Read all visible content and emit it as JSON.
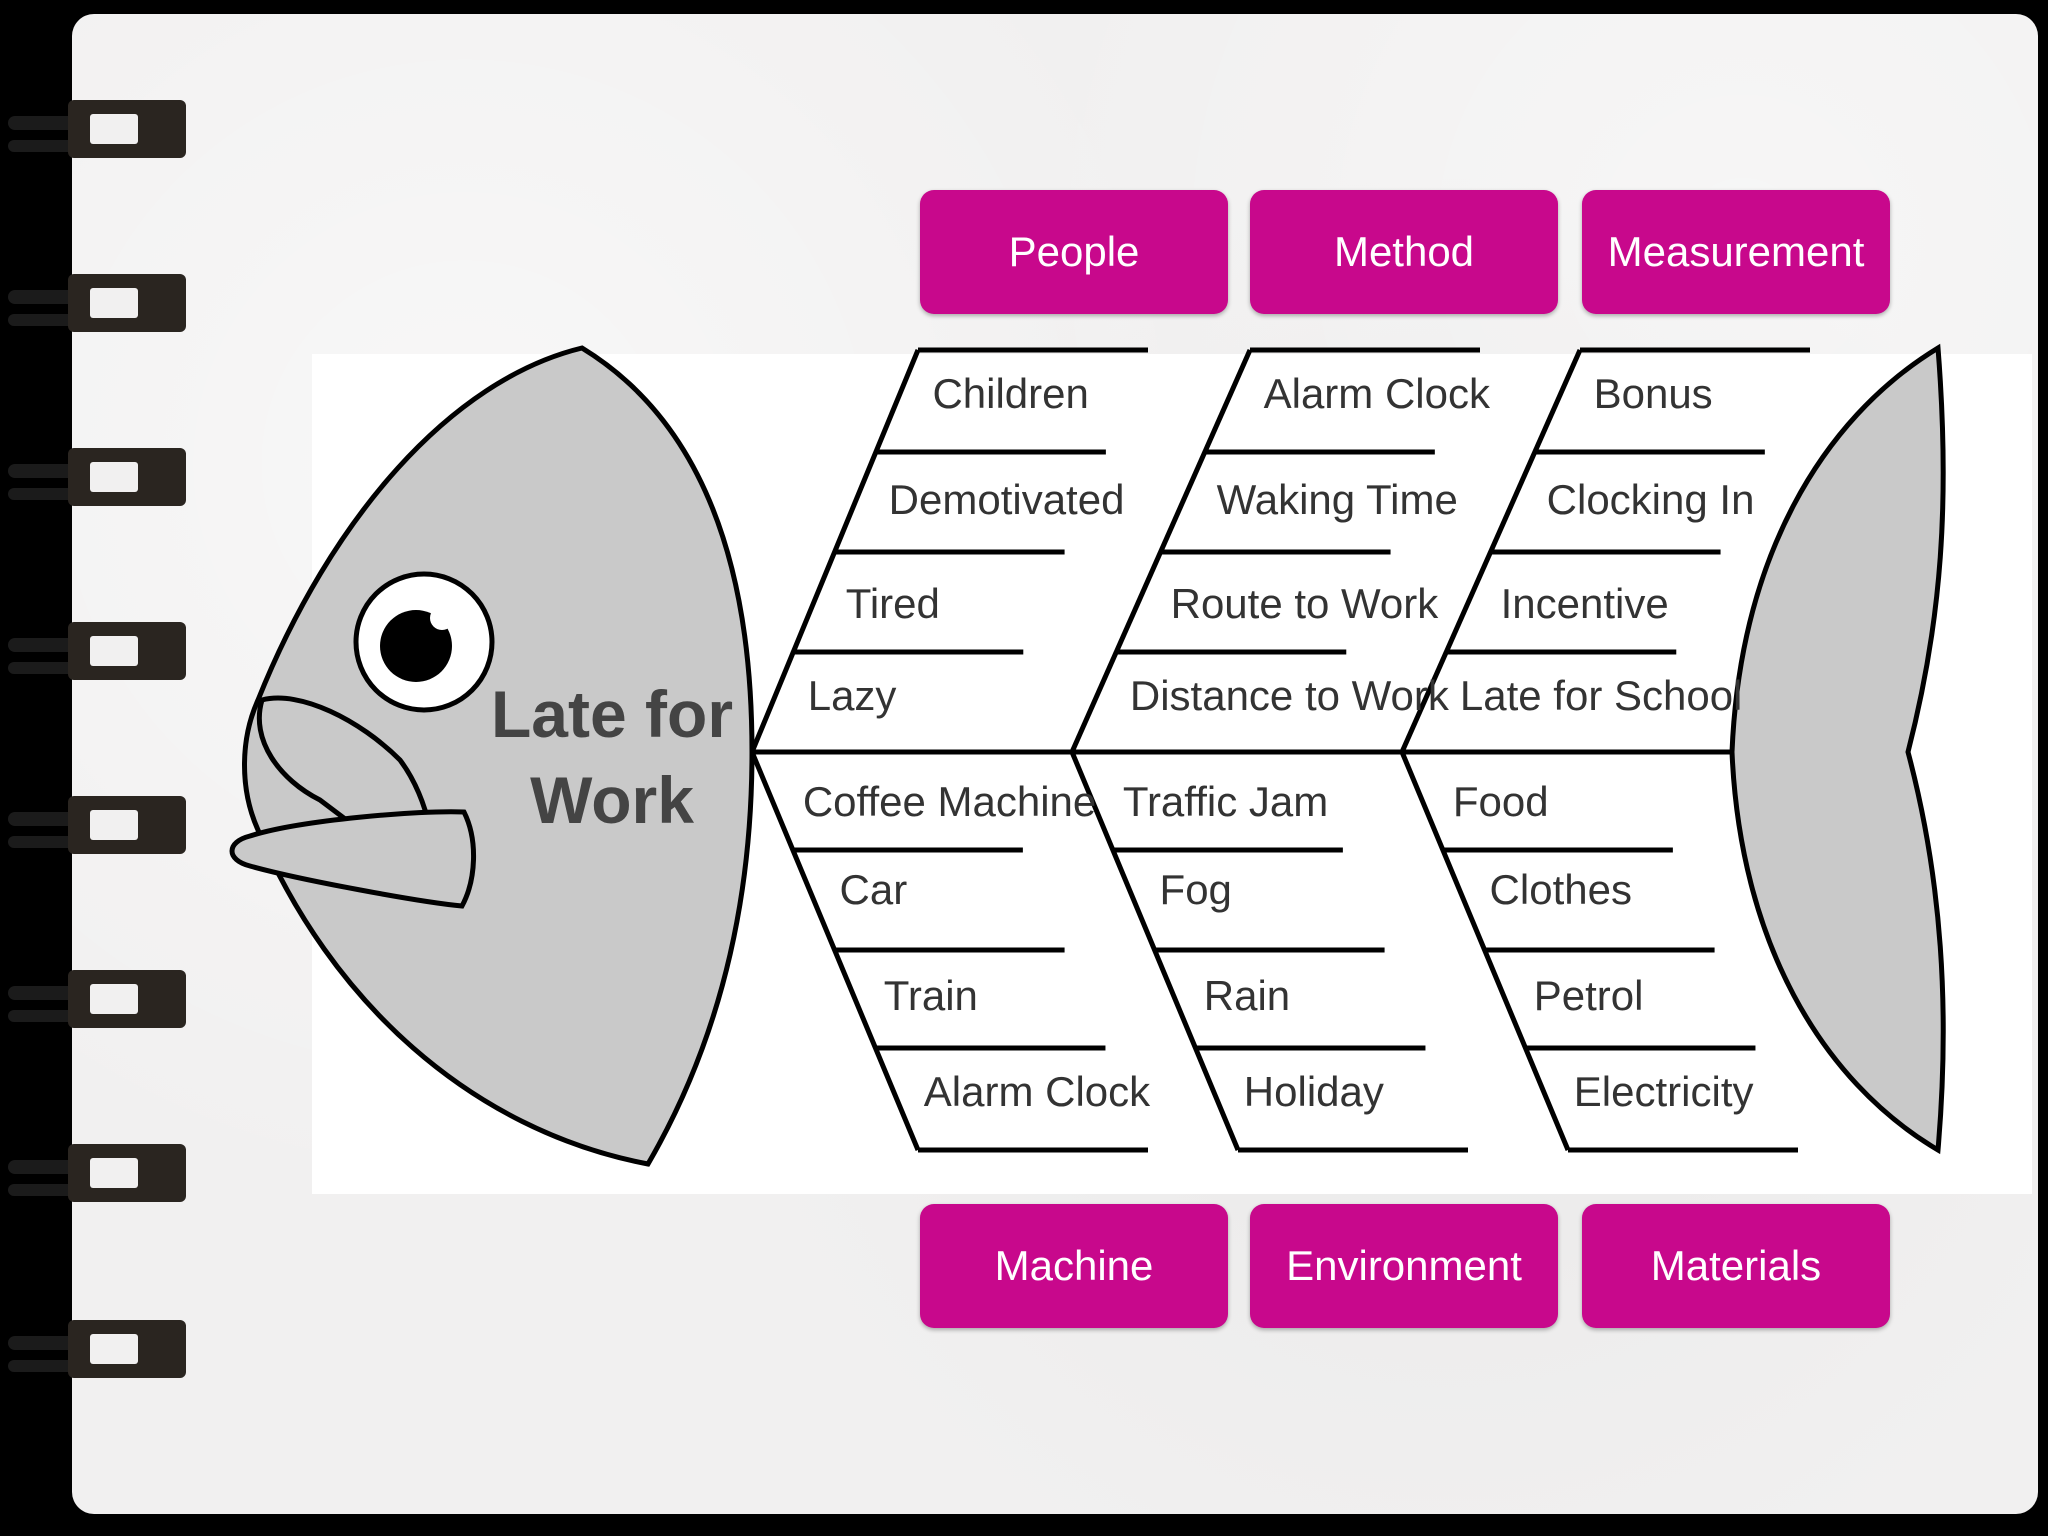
{
  "problem": {
    "line1": "Late for",
    "line2": "Work"
  },
  "colors": {
    "category_fill": "#c8088c",
    "fish_fill": "#c9c9c9",
    "outline": "#000000"
  },
  "categories_top": [
    {
      "label": "People",
      "causes": [
        "Children",
        "Demotivated",
        "Tired",
        "Lazy"
      ]
    },
    {
      "label": "Method",
      "causes": [
        "Alarm Clock",
        "Waking Time",
        "Route to Work",
        "Distance to Work"
      ]
    },
    {
      "label": "Measurement",
      "causes": [
        "Bonus",
        "Clocking In",
        "Incentive",
        "Late for School"
      ]
    }
  ],
  "categories_bottom": [
    {
      "label": "Machine",
      "causes": [
        "Coffee Machine",
        "Car",
        "Train",
        "Alarm Clock"
      ]
    },
    {
      "label": "Environment",
      "causes": [
        "Traffic Jam",
        "Fog",
        "Rain",
        "Holiday"
      ]
    },
    {
      "label": "Materials",
      "causes": [
        "Food",
        "Clothes",
        "Petrol",
        "Electricity"
      ]
    }
  ]
}
